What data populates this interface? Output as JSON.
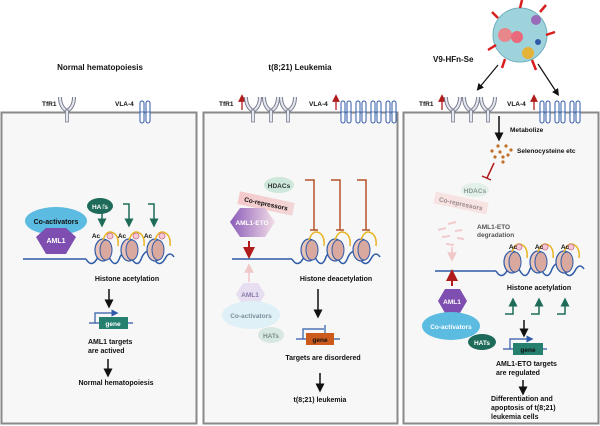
{
  "panels": [
    {
      "title": "Normal hematopoiesis",
      "receptors": {
        "tfr1": "TfR1",
        "vla4": "VLA-4"
      },
      "complex": {
        "hats": "HATs",
        "coactivators": "Co-activators",
        "aml1": "AML1"
      },
      "ac_labels": [
        "Ac",
        "Ac",
        "Ac"
      ],
      "histone_label": "Histone acetylation",
      "gene_label": "gene",
      "targets_label": [
        "AML1 targets",
        "are actived"
      ],
      "outcome": "Normal hematopoiesis"
    },
    {
      "title": "t(8;21) Leukemia",
      "receptors": {
        "tfr1": "TfR1",
        "vla4": "VLA-4"
      },
      "complex": {
        "hdacs": "HDACs",
        "corepressors": "Co-repressors",
        "aml1eto": "AML1-ETO",
        "aml1": "AML1",
        "coactivators": "Co-activators",
        "hats": "HATs"
      },
      "histone_label": "Histone deacetylation",
      "gene_label": "gene",
      "targets_label": "Targets are disordered",
      "outcome": "t(8;21) leukemia"
    },
    {
      "title": "V9-HFn-Se",
      "receptors": {
        "tfr1": "TfR1",
        "vla4": "VLA-4"
      },
      "metabolize": "Metabolize",
      "selenocysteine": "Selenocysteine etc",
      "complex": {
        "hdacs": "HDACs",
        "corepressors": "Co-repressors",
        "aml1": "AML1",
        "coactivators": "Co-activators",
        "hats": "HATs"
      },
      "degradation": [
        "AML1-ETO",
        "degradation"
      ],
      "ac_labels": [
        "Ac",
        "Ac",
        "Ac"
      ],
      "histone_label": "Histone acetylation",
      "gene_label": "gene",
      "targets_label": [
        "AML1-ETO targets",
        "are regulated"
      ],
      "outcome": [
        "Differentiation and",
        "apoptosis of t(8;21)",
        "leukemia cells"
      ]
    }
  ],
  "colors": {
    "panel_border": "#8a8a8a",
    "panel_fill": "#f7f7f7",
    "dna": "#2f5aa8",
    "up_arrow": "#b01c1c",
    "act_arrow": "#1f6b5a",
    "repress": "#b5522a",
    "hats": "#1f6b5a",
    "coactivators": "#5bbbe0",
    "aml1": "#7e4fb0",
    "gene_active": "#26806f",
    "gene_repressed": "#cc5a1c"
  }
}
